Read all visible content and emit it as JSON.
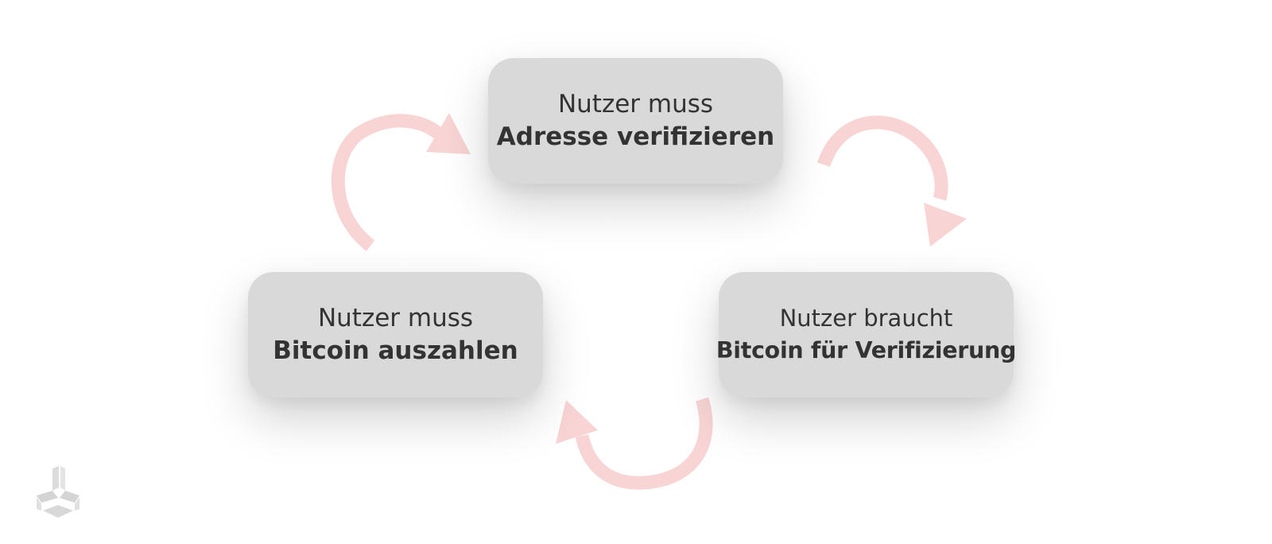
{
  "diagram": {
    "nodes": [
      {
        "id": "top",
        "line1": "Nutzer muss",
        "line2": "Adresse verifizieren"
      },
      {
        "id": "right",
        "line1": "Nutzer braucht",
        "line2": "Bitcoin für Verifizierung"
      },
      {
        "id": "left",
        "line1": "Nutzer muss",
        "line2": "Bitcoin auszahlen"
      }
    ],
    "edges": [
      {
        "from": "top",
        "to": "right"
      },
      {
        "from": "right",
        "to": "left"
      },
      {
        "from": "left",
        "to": "top"
      }
    ]
  },
  "colors": {
    "node_fill": "#d9d9d9",
    "text": "#333333",
    "arrow": "#f8d4d4",
    "logo": "#dcdcdc"
  },
  "icons": {
    "logo": "stacked-blocks-logo-icon"
  }
}
